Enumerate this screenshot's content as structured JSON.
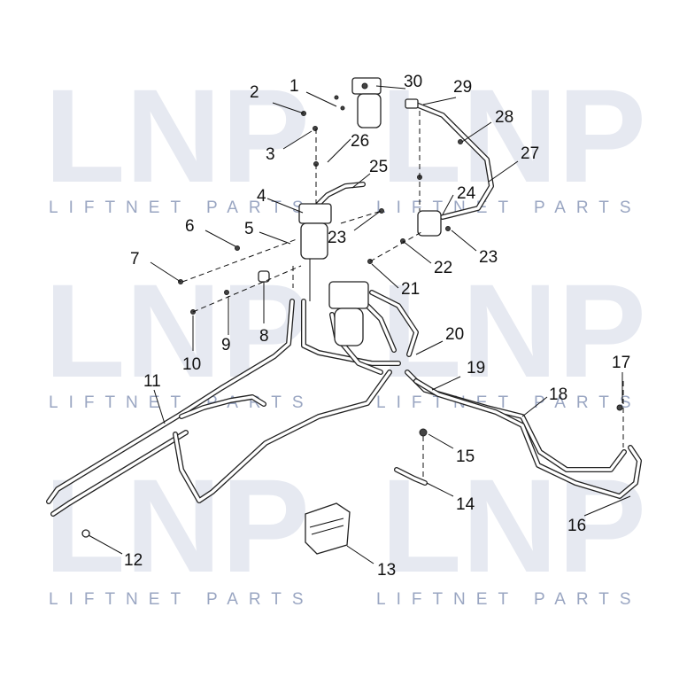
{
  "watermark": {
    "logo_text": "LNP",
    "brand_text": "LIFTNET PARTS"
  },
  "callouts": [
    "1",
    "2",
    "3",
    "4",
    "5",
    "6",
    "7",
    "8",
    "9",
    "10",
    "11",
    "12",
    "13",
    "14",
    "15",
    "16",
    "17",
    "18",
    "19",
    "20",
    "21",
    "22",
    "23",
    "23",
    "24",
    "25",
    "26",
    "27",
    "28",
    "29",
    "30"
  ]
}
